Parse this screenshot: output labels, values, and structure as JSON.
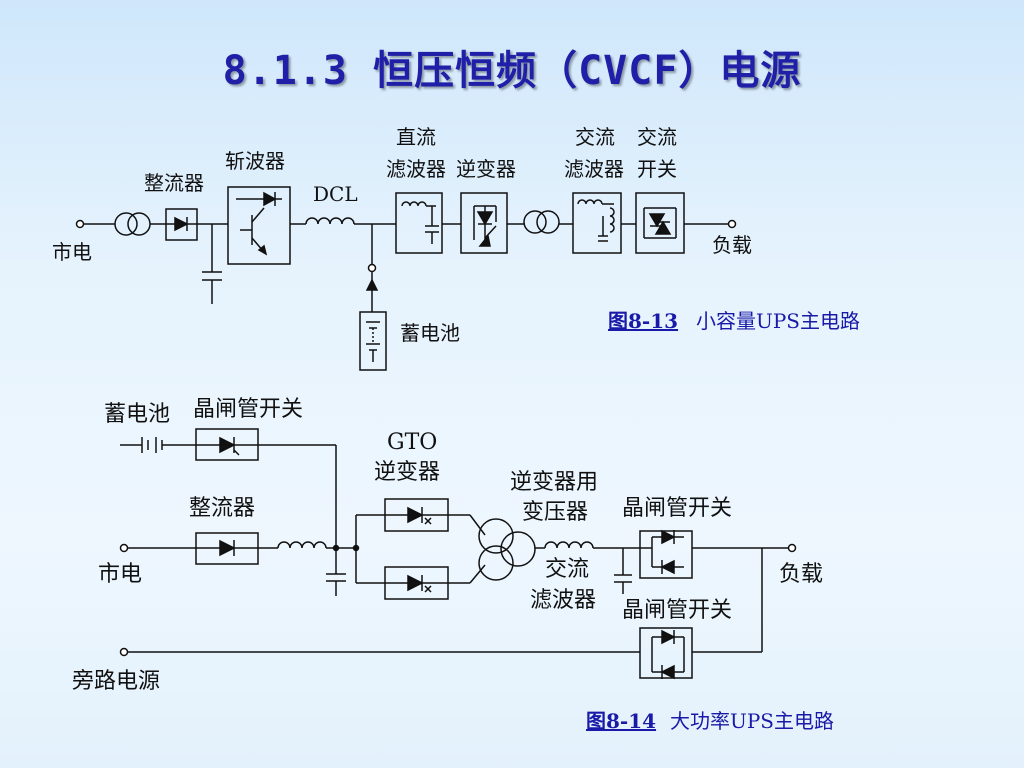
{
  "title": "8.1.3  恒压恒频（CVCF）电源",
  "fig1": {
    "labels": {
      "mains": "市电",
      "rectifier": "整流器",
      "chopper": "斩波器",
      "dcl": "DCL",
      "dc_filter_1": "直流",
      "dc_filter_2": "滤波器",
      "inverter": "逆变器",
      "ac_filter_1": "交流",
      "ac_filter_2": "滤波器",
      "ac_switch_1": "交流",
      "ac_switch_2": "开关",
      "load": "负载",
      "battery": "蓄电池"
    },
    "caption_id": "图8-13",
    "caption_text": "小容量UPS主电路"
  },
  "fig2": {
    "labels": {
      "battery": "蓄电池",
      "thyristor_switch_top": "晶闸管开关",
      "gto_1": "GTO",
      "gto_2": "逆变器",
      "rectifier": "整流器",
      "transformer_1": "逆变器用",
      "transformer_2": "变压器",
      "thyristor_switch_mid": "晶闸管开关",
      "mains": "市电",
      "ac_filter_1": "交流",
      "ac_filter_2": "滤波器",
      "load": "负载",
      "thyristor_switch_bottom": "晶闸管开关",
      "bypass": "旁路电源"
    },
    "caption_id": "图8-14",
    "caption_text": "大功率UPS主电路"
  }
}
